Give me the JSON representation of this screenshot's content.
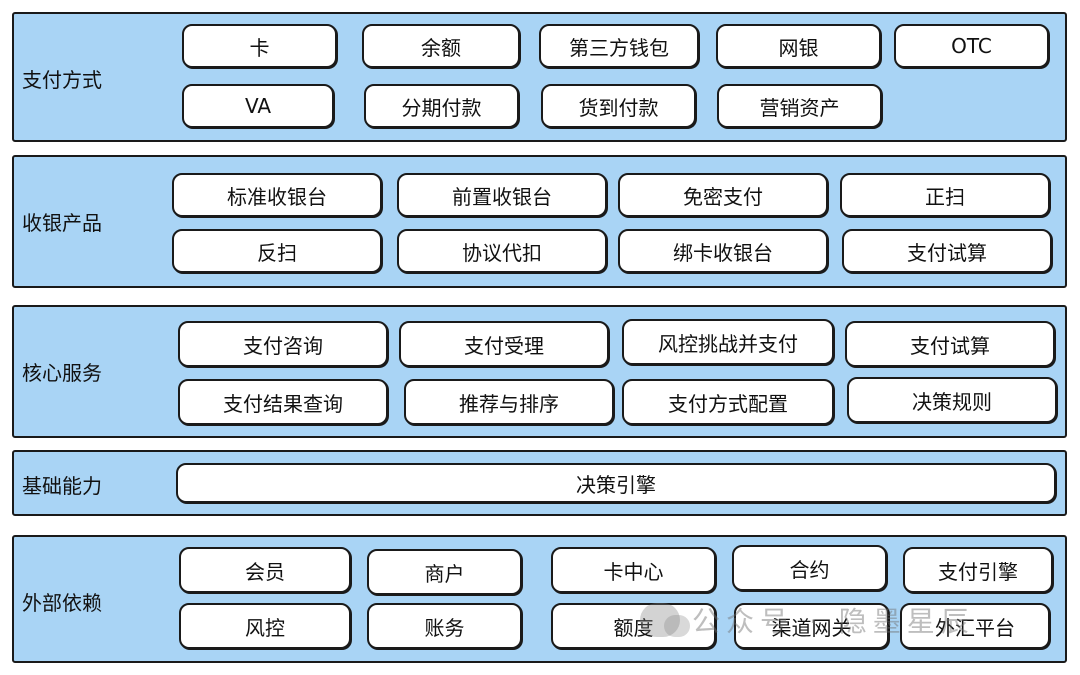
{
  "layers": [
    {
      "label": "支付方式",
      "items": [
        "卡",
        "余额",
        "第三方钱包",
        "网银",
        "OTC",
        "VA",
        "分期付款",
        "货到付款",
        "营销资产"
      ]
    },
    {
      "label": "收银产品",
      "items": [
        "标准收银台",
        "前置收银台",
        "免密支付",
        "正扫",
        "反扫",
        "协议代扣",
        "绑卡收银台",
        "支付试算"
      ]
    },
    {
      "label": "核心服务",
      "items": [
        "支付咨询",
        "支付受理",
        "风控挑战并支付",
        "支付试算",
        "支付结果查询",
        "推荐与排序",
        "支付方式配置",
        "决策规则"
      ]
    },
    {
      "label": "基础能力",
      "items": [
        "决策引擎"
      ]
    },
    {
      "label": "外部依赖",
      "items": [
        "会员",
        "商户",
        "卡中心",
        "合约",
        "支付引擎",
        "风控",
        "账务",
        "额度",
        "渠道网关",
        "外汇平台"
      ]
    }
  ],
  "watermark": "公众号 · 隐墨星辰"
}
